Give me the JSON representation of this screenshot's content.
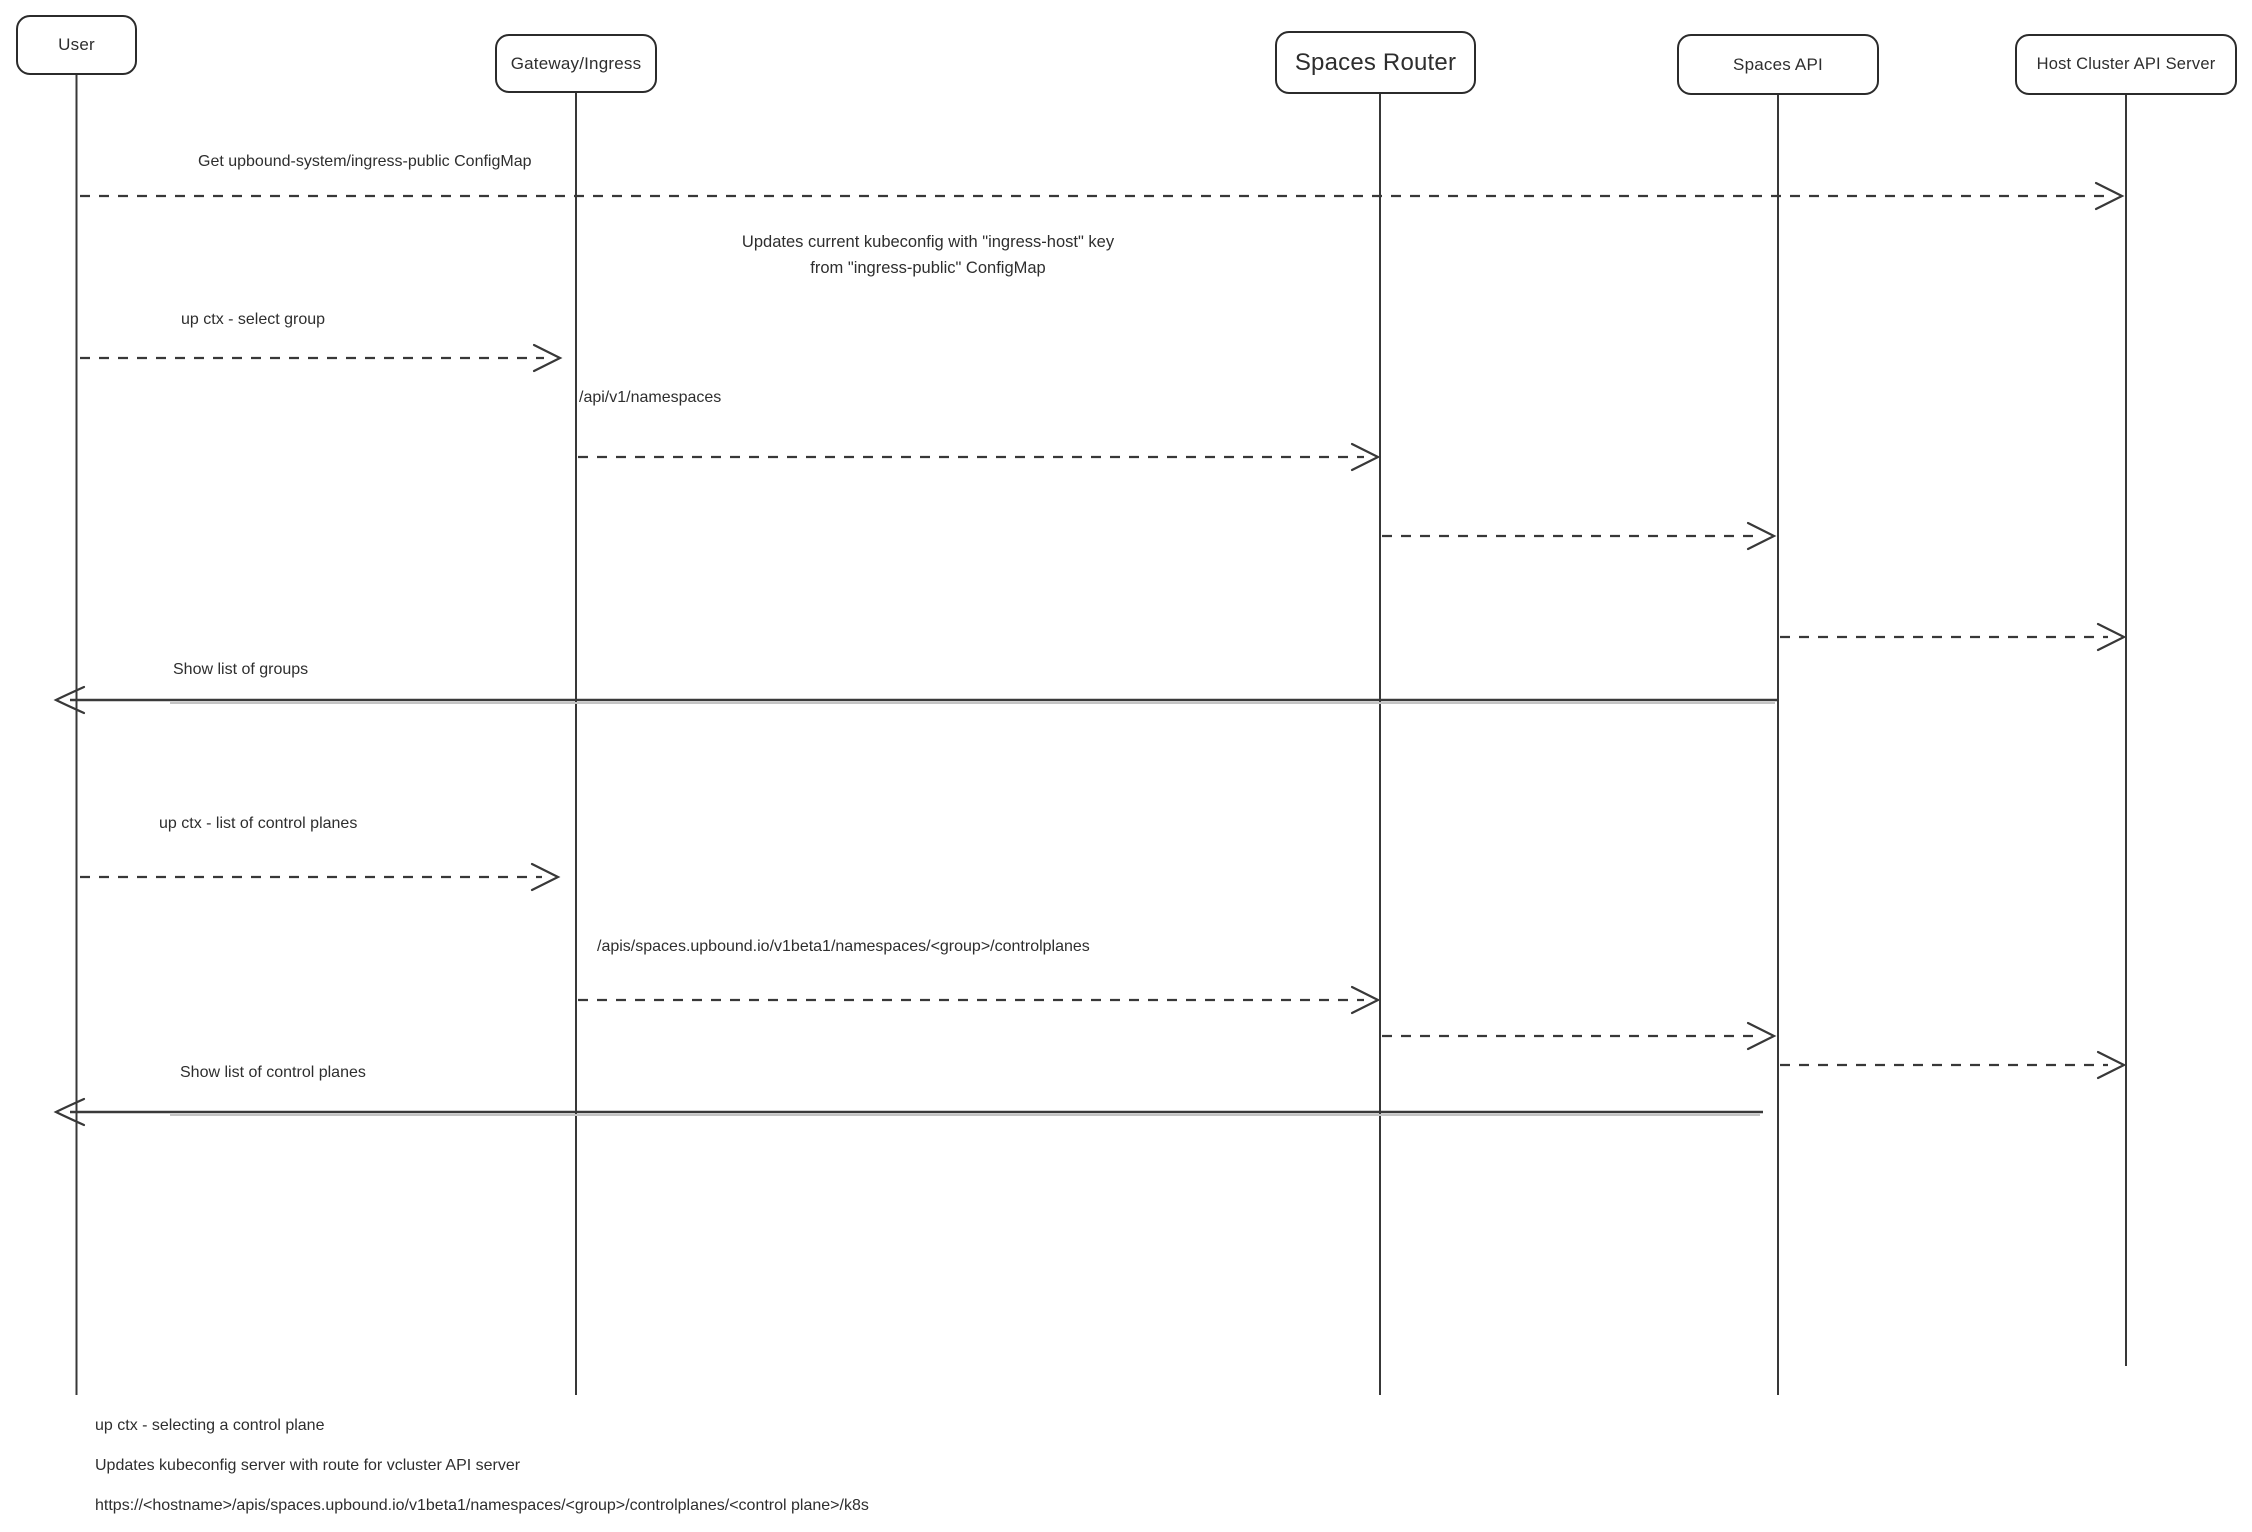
{
  "diagram": {
    "type": "sequence-diagram",
    "actors": [
      {
        "id": "user",
        "label": "User"
      },
      {
        "id": "gateway",
        "label": "Gateway/Ingress"
      },
      {
        "id": "spaces-router",
        "label": "Spaces Router"
      },
      {
        "id": "spaces-api",
        "label": "Spaces API"
      },
      {
        "id": "host-api",
        "label": "Host Cluster API Server"
      }
    ],
    "messages": [
      {
        "from": "User",
        "to": "Host Cluster API Server",
        "style": "dashed",
        "label": "Get upbound-system/ingress-public ConfigMap"
      },
      {
        "from": "User",
        "to": "Gateway/Ingress",
        "style": "dashed",
        "label": "up ctx - select group"
      },
      {
        "from": "Gateway/Ingress",
        "to": "Spaces Router",
        "style": "dashed",
        "label": "/api/v1/namespaces"
      },
      {
        "from": "Spaces Router",
        "to": "Spaces API",
        "style": "dashed",
        "label": ""
      },
      {
        "from": "Spaces API",
        "to": "Host Cluster API Server",
        "style": "dashed",
        "label": ""
      },
      {
        "from": "Spaces API",
        "to": "User",
        "style": "solid",
        "label": "Show list of groups"
      },
      {
        "from": "User",
        "to": "Gateway/Ingress",
        "style": "dashed",
        "label": "up ctx - list of control planes"
      },
      {
        "from": "Gateway/Ingress",
        "to": "Spaces Router",
        "style": "dashed",
        "label": "/apis/spaces.upbound.io/v1beta1/namespaces/<group>/controlplanes"
      },
      {
        "from": "Spaces Router",
        "to": "Spaces API",
        "style": "dashed",
        "label": ""
      },
      {
        "from": "Spaces API",
        "to": "Host Cluster API Server",
        "style": "dashed",
        "label": ""
      },
      {
        "from": "Spaces API",
        "to": "User",
        "style": "solid",
        "label": "Show list of control planes"
      }
    ],
    "note": "Updates current kubeconfig with \"ingress-host\" key\nfrom \"ingress-public\" ConfigMap",
    "footnotes": [
      "up ctx - selecting a control plane",
      "Updates kubeconfig server with route for vcluster API server",
      "https://<hostname>/apis/spaces.upbound.io/v1beta1/namespaces/<group>/controlplanes/<control plane>/k8s"
    ],
    "colors": {
      "background": "#ffffff",
      "stroke": "#383838",
      "text": "#2e2e2e",
      "return_shadow": "#c4c4c4"
    }
  }
}
